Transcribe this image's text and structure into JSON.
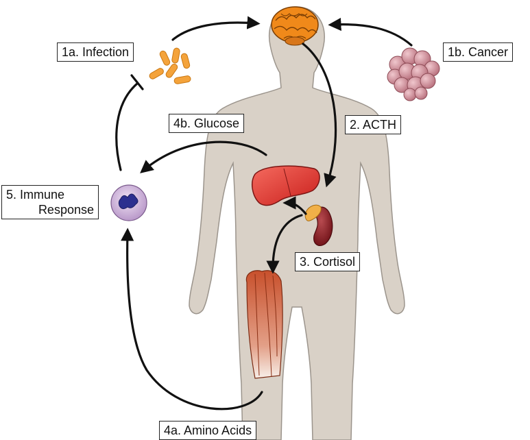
{
  "labels": {
    "infection": "1a. Infection",
    "cancer": "1b. Cancer",
    "acth": "2. ACTH",
    "cortisol": "3. Cortisol",
    "amino_acids": "4a. Amino Acids",
    "glucose": "4b. Glucose",
    "immune_line1": "5. Immune",
    "immune_line2": "Response"
  },
  "colors": {
    "body": "#d9d1c7",
    "body_outline": "#9b948c",
    "brain": "#f0891a",
    "bacteria": "#f4a33b",
    "tumor": "#c98692",
    "liver": "#e8413b",
    "kidney": "#8e1f25",
    "adrenal": "#f1b048",
    "muscle": "#c9542f",
    "immune_cell": "#c8a7d6",
    "immune_nucleus": "#2c2f8f",
    "arrow": "#111111"
  }
}
